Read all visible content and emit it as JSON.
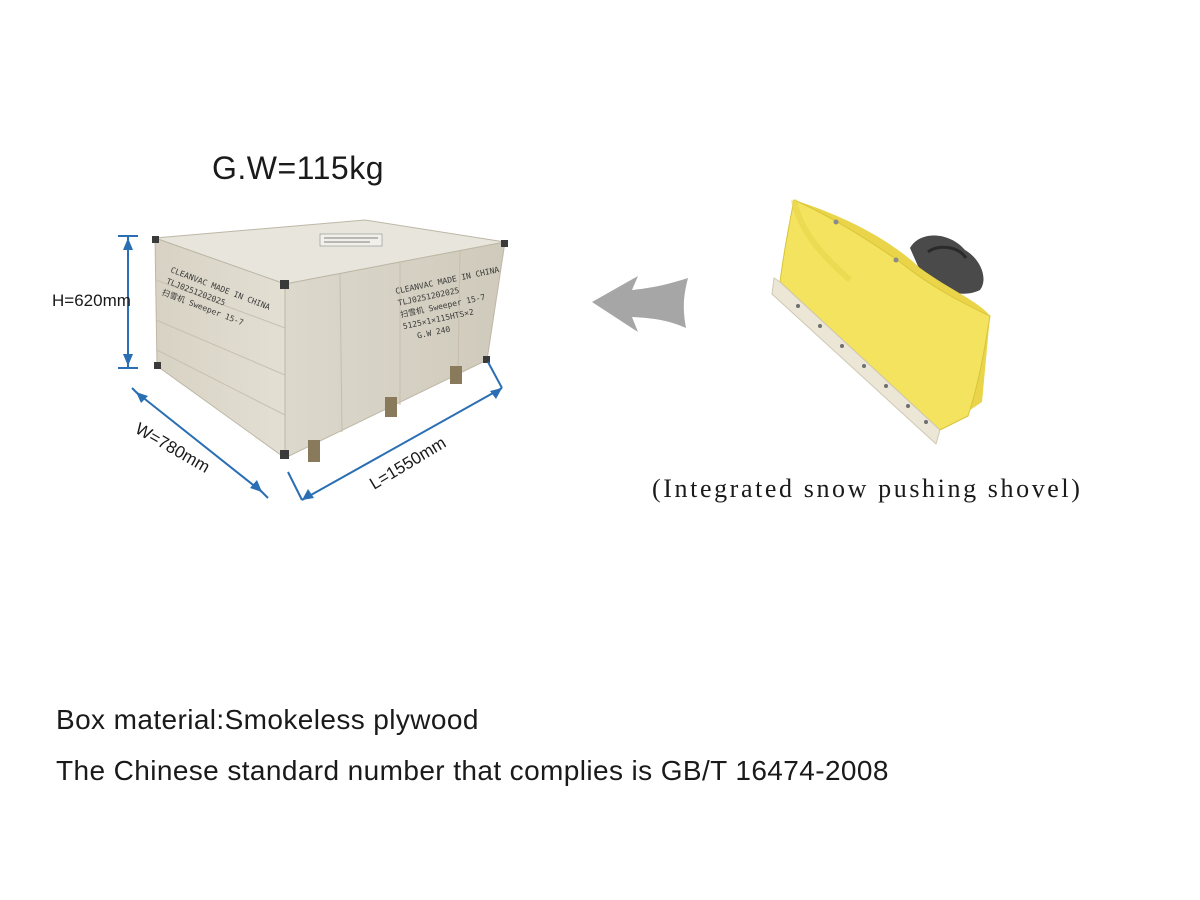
{
  "gross_weight": "G.W=115kg",
  "dimensions": {
    "height": "H=620mm",
    "width": "W=780mm",
    "length": "L=1550mm"
  },
  "crate_markings": {
    "side_line1": "CLEANVAC  MADE IN CHINA",
    "side_line2": "TLJ0251202025",
    "side_line3": "扫雪机  Sweeper 15-7",
    "side_line4": "5125×1×115HTS×2",
    "side_line5": "G.W 240",
    "end_line1": "CLEANVAC  MADE IN CHINA",
    "end_line2": "TLJ0251202025",
    "end_line3": "扫雪机  Sweeper 15-7"
  },
  "caption": "(Integrated snow pushing shovel)",
  "box_material": "Box material:Smokeless plywood",
  "standard_note": "The Chinese standard number that complies is GB/T 16474-2008",
  "colors": {
    "dimension_arrow": "#2a6fb3",
    "plywood": "#d9d5c8",
    "shovel_yellow": "#f2e15a",
    "arrow_gray": "#a6a6a6"
  },
  "icons": {
    "direction_arrow": "left-arrow-icon"
  }
}
